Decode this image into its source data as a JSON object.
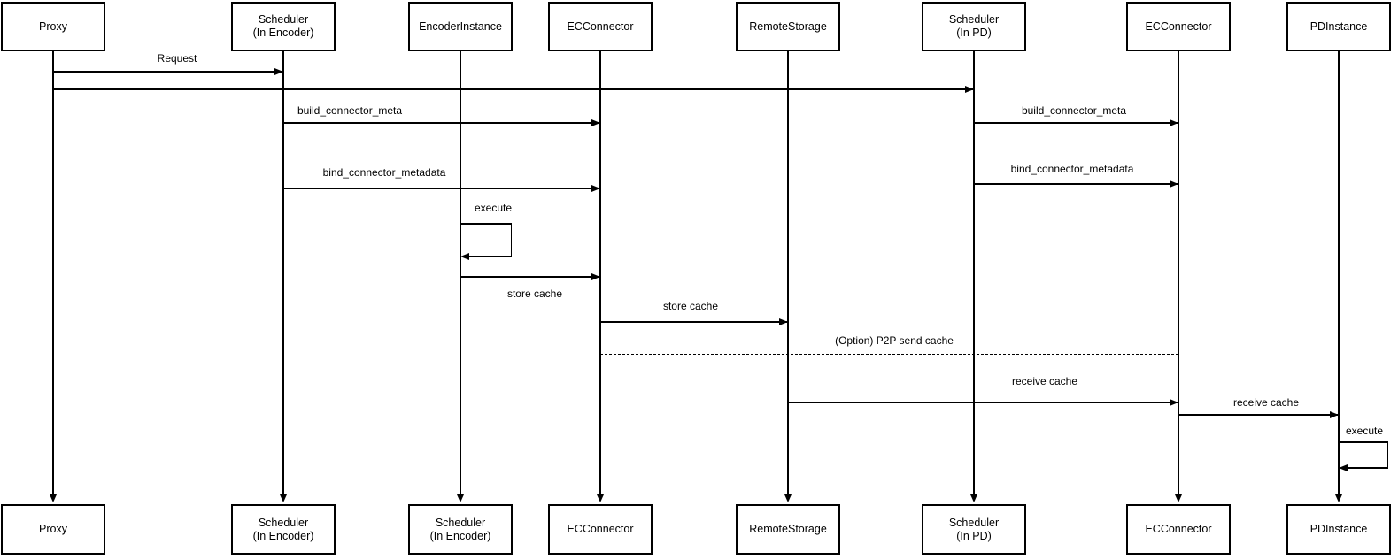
{
  "diagram": {
    "type": "sequence-diagram",
    "colors": {
      "background": "#ffffff",
      "line": "#000000",
      "box_fill": "#ffffff",
      "text": "#000000"
    },
    "actors_top": [
      {
        "label": "Proxy"
      },
      {
        "label": "Scheduler\n(In Encoder)"
      },
      {
        "label": "EncoderInstance"
      },
      {
        "label": "ECConnector"
      },
      {
        "label": "RemoteStorage"
      },
      {
        "label": "Scheduler\n(In PD)"
      },
      {
        "label": "ECConnector"
      },
      {
        "label": "PDInstance"
      }
    ],
    "actors_bottom": [
      {
        "label": "Proxy"
      },
      {
        "label": "Scheduler\n(In Encoder)"
      },
      {
        "label": "Scheduler\n(In Encoder)"
      },
      {
        "label": "ECConnector"
      },
      {
        "label": "RemoteStorage"
      },
      {
        "label": "Scheduler\n(In PD)"
      },
      {
        "label": "ECConnector"
      },
      {
        "label": "PDInstance"
      }
    ],
    "messages": [
      {
        "label": "Request",
        "from": "Proxy",
        "to": "Scheduler (In Encoder)",
        "style": "solid"
      },
      {
        "label": "",
        "from": "Proxy",
        "to": "Scheduler (In PD)",
        "style": "solid"
      },
      {
        "label": "build_connector_meta",
        "from": "Scheduler (In Encoder)",
        "to": "ECConnector",
        "style": "solid"
      },
      {
        "label": "build_connector_meta",
        "from": "Scheduler (In PD)",
        "to": "ECConnector",
        "style": "solid"
      },
      {
        "label": "bind_connector_metadata",
        "from": "Scheduler (In Encoder)",
        "to": "ECConnector",
        "style": "solid"
      },
      {
        "label": "bind_connector_metadata",
        "from": "Scheduler (In PD)",
        "to": "ECConnector",
        "style": "solid"
      },
      {
        "label": "execute",
        "from": "EncoderInstance",
        "to": "EncoderInstance",
        "style": "self-loop"
      },
      {
        "label": "store cache",
        "from": "EncoderInstance",
        "to": "ECConnector",
        "style": "solid"
      },
      {
        "label": "store cache",
        "from": "ECConnector",
        "to": "RemoteStorage",
        "style": "solid"
      },
      {
        "label": "(Option) P2P send cache",
        "from": "ECConnector",
        "to": "ECConnector",
        "style": "dashed"
      },
      {
        "label": "receive cache",
        "from": "RemoteStorage",
        "to": "ECConnector",
        "style": "solid"
      },
      {
        "label": "receive cache",
        "from": "ECConnector",
        "to": "PDInstance",
        "style": "solid"
      },
      {
        "label": "execute",
        "from": "PDInstance",
        "to": "PDInstance",
        "style": "self-loop"
      }
    ]
  }
}
